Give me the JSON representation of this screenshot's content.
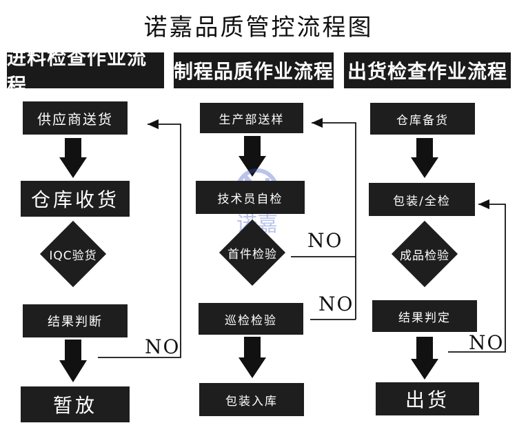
{
  "title": "诺嘉品质管控流程图",
  "headers": {
    "incoming": "进料检查作业流程",
    "process": "制程品质作业流程",
    "outgoing": "出货检查作业流程"
  },
  "col1": {
    "supplier_delivery": "供应商送货",
    "warehouse_receive": "仓库收货",
    "iqc_inspection": "IQC验货",
    "result_judgment": "结果判断",
    "hold": "暂放",
    "no_label": "NO"
  },
  "col2": {
    "production_sample": "生产部送样",
    "tech_self_check": "技术员自检",
    "first_article": "首件检验",
    "patrol_inspection": "巡检检验",
    "pack_store": "包装入库",
    "no_label_1": "NO",
    "no_label_2": "NO"
  },
  "col3": {
    "warehouse_prep": "仓库备货",
    "pack_full_check": "包装/全检",
    "final_inspection": "成品检验",
    "result_decide": "结果判定",
    "ship": "出货",
    "no_label": "NO"
  },
  "watermark": {
    "text": "诺嘉"
  }
}
